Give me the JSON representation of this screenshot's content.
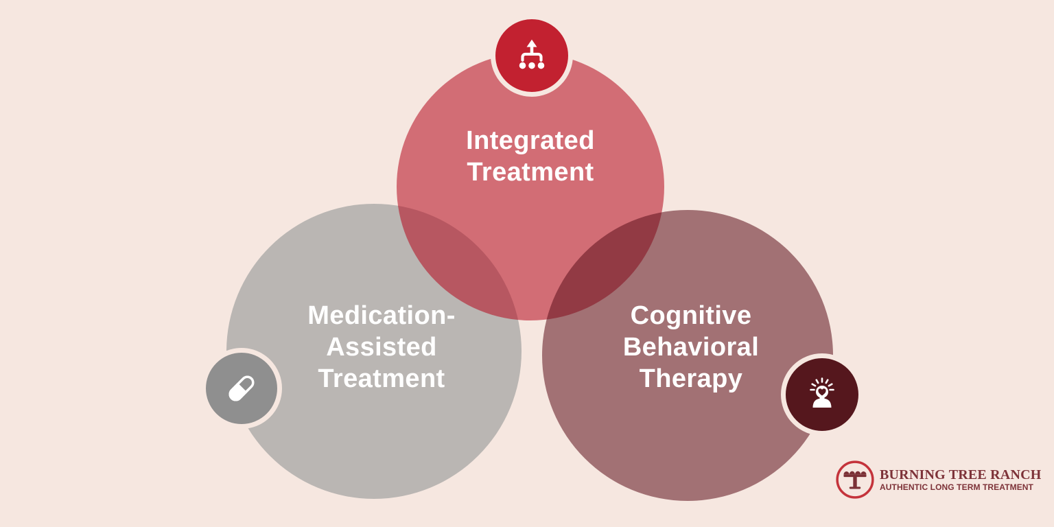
{
  "palette": {
    "background": "#f6e7e0",
    "circle_top_observed": "#d26d75",
    "circle_left_observed": "#bab6b3",
    "circle_right_observed": "#a27174",
    "overlap_top_left": "#b65e66",
    "overlap_top_right": "#94393f",
    "badge_top": "#c22130",
    "badge_left": "#8f8f8f",
    "badge_right": "#55171d",
    "badge_ring": "#f6e7e0",
    "label_text": "#ffffff",
    "logo_ring_red": "#c4333b",
    "logo_tree_maroon": "#7b3136",
    "logo_text_color": "#7d3238"
  },
  "diagram": {
    "type": "venn",
    "circles": [
      {
        "id": "integrated-treatment",
        "position": "top",
        "icon": "sitemap-icon",
        "lines": [
          "Integrated",
          "Treatment"
        ]
      },
      {
        "id": "medication-assisted-treatment",
        "position": "bottom-left",
        "icon": "pill-icon",
        "lines": [
          "Medication-",
          "Assisted",
          "Treatment"
        ]
      },
      {
        "id": "cognitive-behavioral-therapy",
        "position": "bottom-right",
        "icon": "person-insight-icon",
        "lines": [
          "Cognitive",
          "Behavioral",
          "Therapy"
        ]
      }
    ]
  },
  "logo": {
    "mark": "burning-tree-logo-icon",
    "brand": "BURNING TREE RANCH",
    "tagline": "AUTHENTIC LONG TERM TREATMENT"
  }
}
